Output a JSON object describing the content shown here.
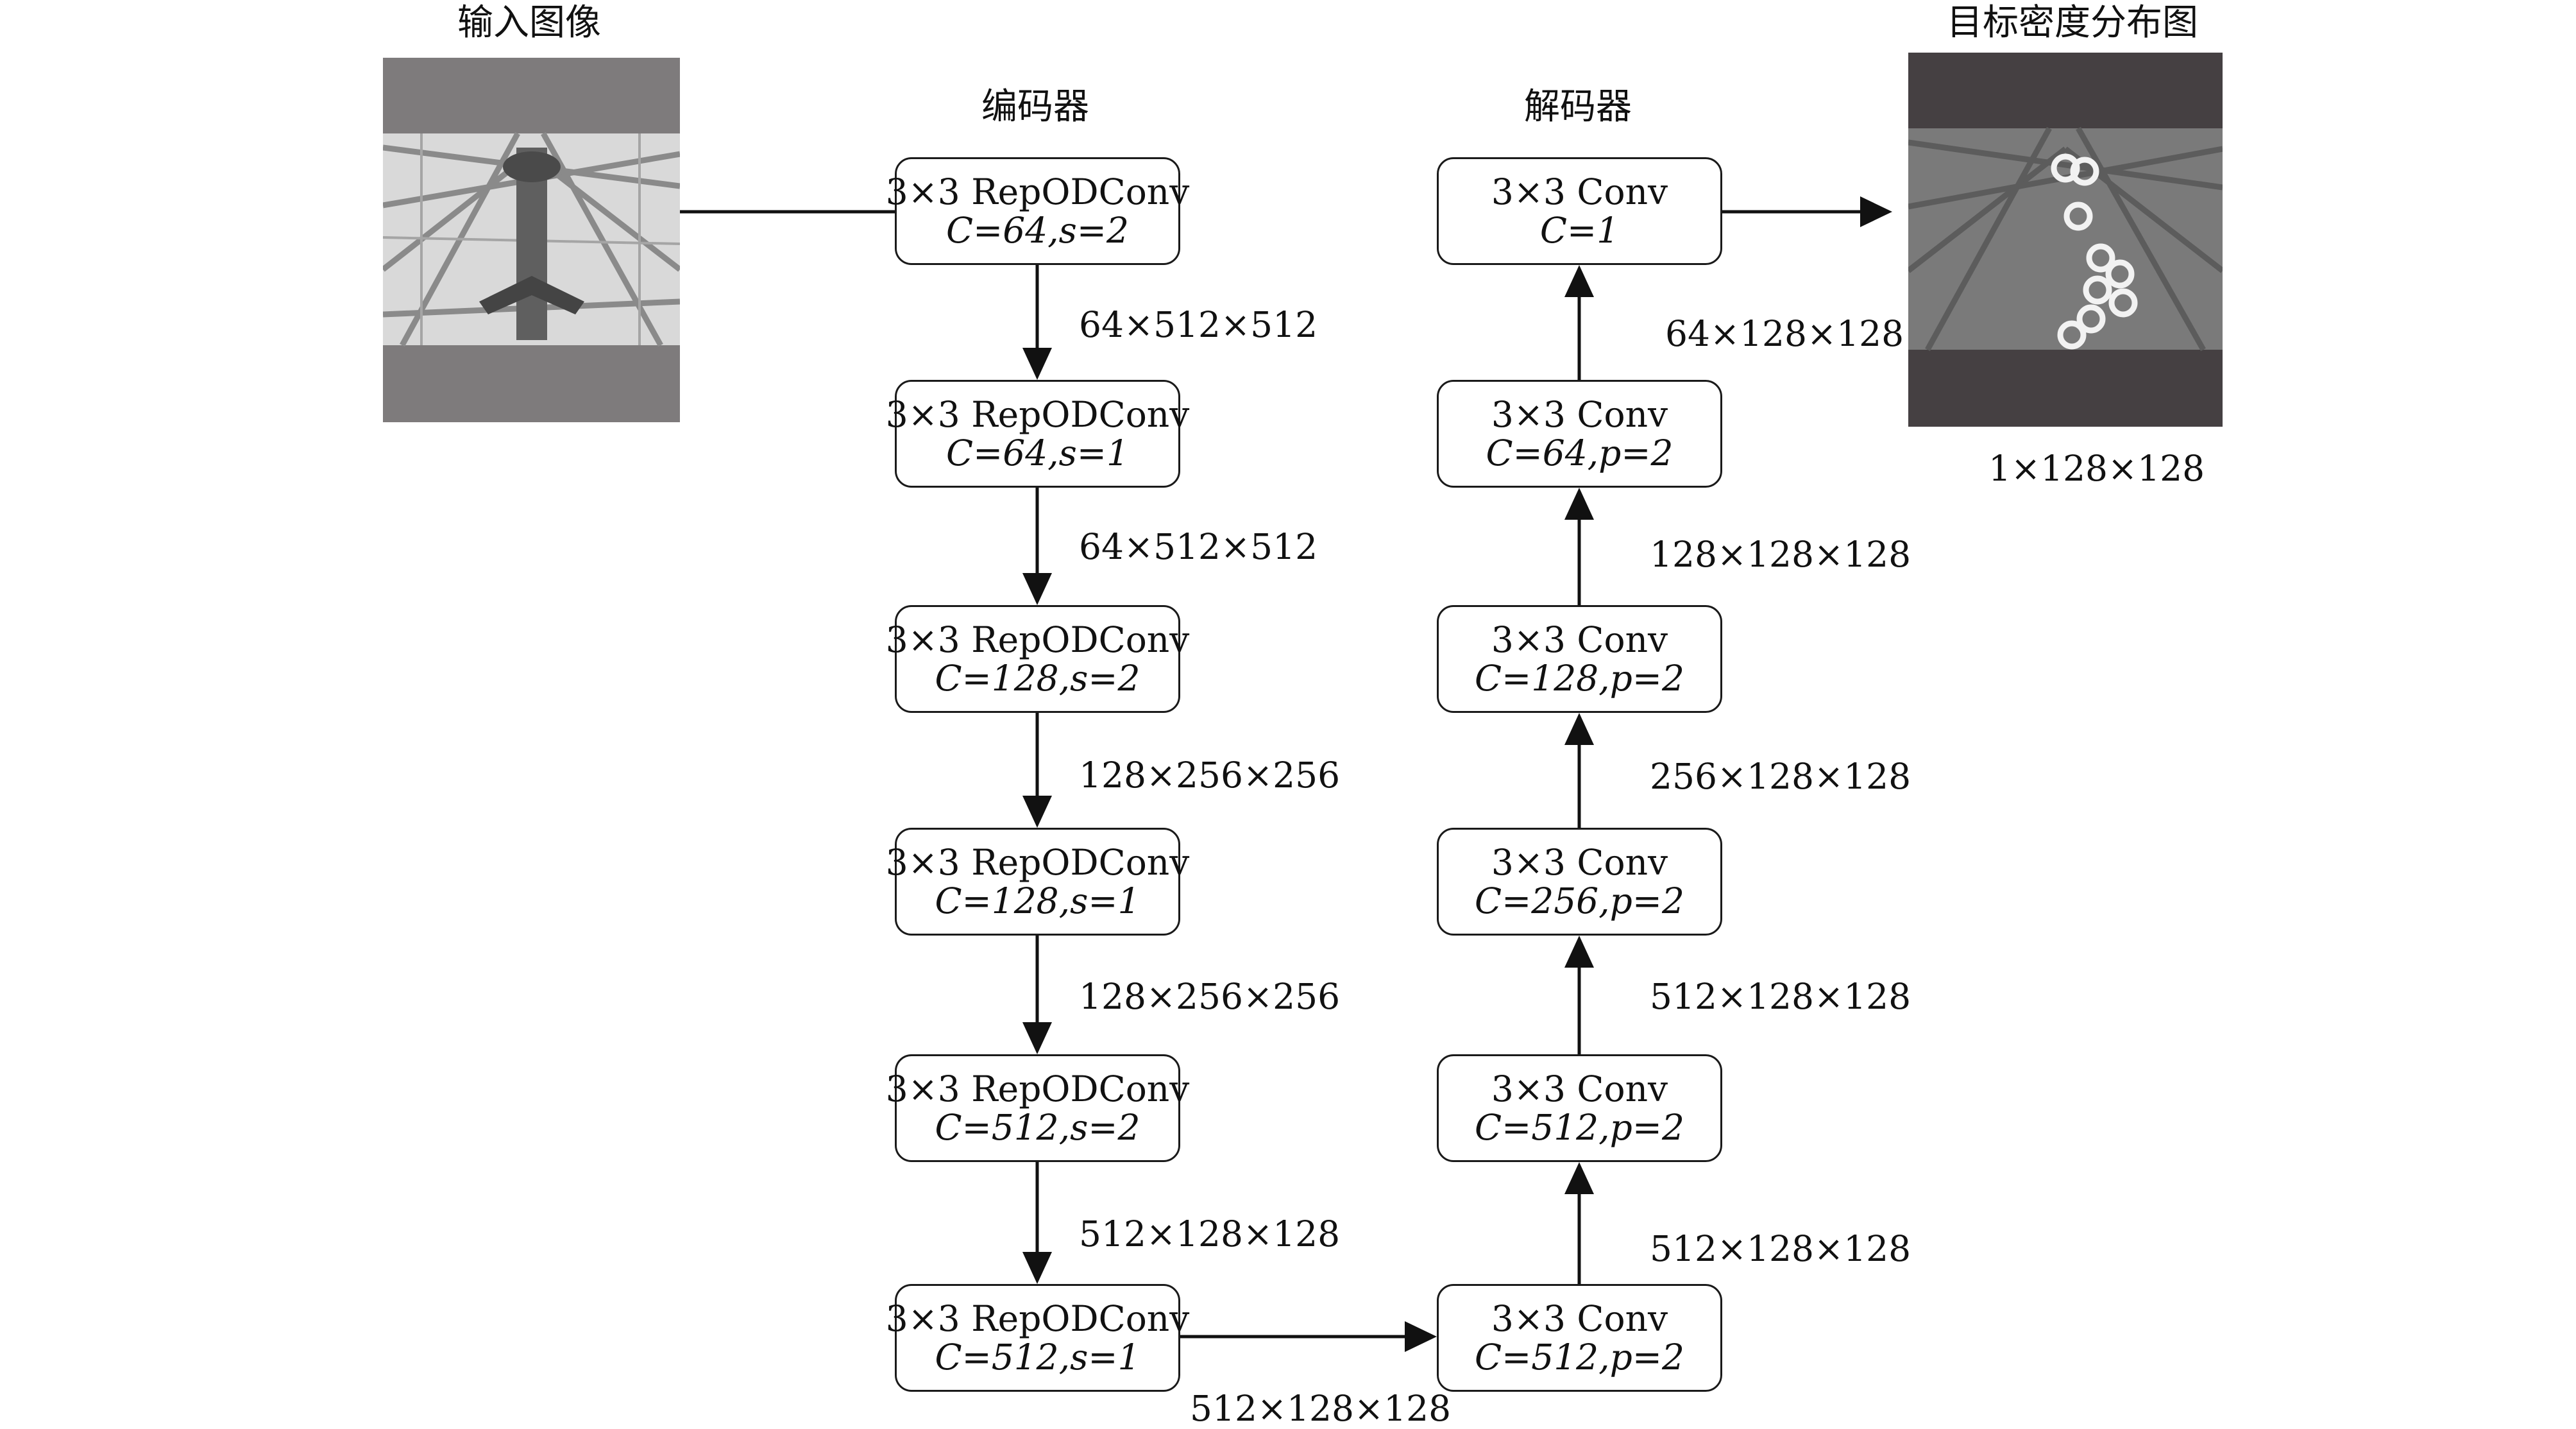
{
  "headings": {
    "input_image": "输入图像",
    "encoder": "编码器",
    "decoder": "解码器",
    "density_map": "目标密度分布图"
  },
  "encoder": {
    "blocks": [
      {
        "op": "3×3 RepODConv",
        "params": "C=64,s=2"
      },
      {
        "op": "3×3 RepODConv",
        "params": "C=64,s=1"
      },
      {
        "op": "3×3 RepODConv",
        "params": "C=128,s=2"
      },
      {
        "op": "3×3 RepODConv",
        "params": "C=128,s=1"
      },
      {
        "op": "3×3 RepODConv",
        "params": "C=512,s=2"
      },
      {
        "op": "3×3 RepODConv",
        "params": "C=512,s=1"
      }
    ],
    "dims": [
      "64×512×512",
      "64×512×512",
      "128×256×256",
      "128×256×256",
      "512×128×128"
    ]
  },
  "bridge_dim": "512×128×128",
  "decoder": {
    "blocks": [
      {
        "op": "3×3 Conv",
        "params": "C=1"
      },
      {
        "op": "3×3 Conv",
        "params": "C=64,p=2"
      },
      {
        "op": "3×3 Conv",
        "params": "C=128,p=2"
      },
      {
        "op": "3×3 Conv",
        "params": "C=256,p=2"
      },
      {
        "op": "3×3 Conv",
        "params": "C=512,p=2"
      },
      {
        "op": "3×3 Conv",
        "params": "C=512,p=2"
      }
    ],
    "dims": [
      "64×128×128",
      "128×128×128",
      "256×128×128",
      "512×128×128",
      "512×128×128"
    ]
  },
  "output_dim": "1×128×128"
}
